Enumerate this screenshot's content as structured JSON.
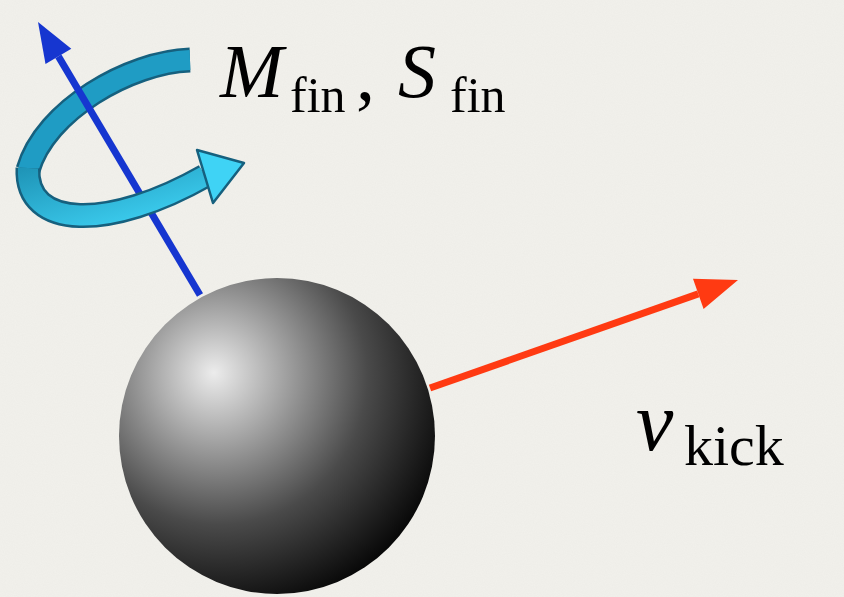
{
  "diagram": {
    "labels": [
      "M",
      "fin",
      ",",
      "S⃗",
      "fin",
      "v⃗",
      "kick"
    ]
  }
}
